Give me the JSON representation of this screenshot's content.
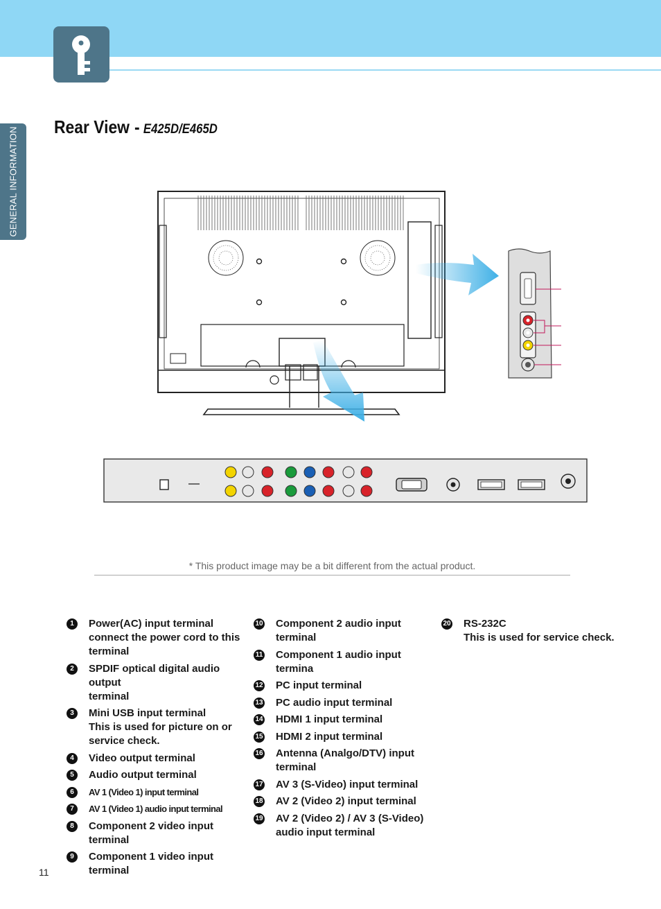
{
  "header": {
    "side_tab": "GENERAL INFORMATION",
    "icon": "key-icon"
  },
  "title": {
    "main": "Rear View",
    "separator": "-",
    "model": "E425D/E465D"
  },
  "colors": {
    "header_bar": "#8fd7f5",
    "tab": "#4e7589",
    "arrow": "#3fb0e6",
    "rca_yellow": "#f3d400",
    "rca_white": "#e8e8e8",
    "rca_red": "#d8232a",
    "rca_green": "#1a9b3c",
    "rca_blue": "#1a5fb4",
    "callout_line": "#c2185b"
  },
  "note": "* This product image may be a bit different from the actual product.",
  "terminals": {
    "col1": [
      {
        "num": "1",
        "label": "Power(AC) input terminal",
        "desc": "connect the power cord to this\nterminal"
      },
      {
        "num": "2",
        "label": "SPDIF optical digital audio output\nterminal"
      },
      {
        "num": "3",
        "label": "Mini USB input  terminal",
        "desc": "This is used  for picture on or\nservice check."
      },
      {
        "num": "4",
        "label": "Video output  terminal"
      },
      {
        "num": "5",
        "label": "Audio output  terminal"
      },
      {
        "num": "6",
        "label": "AV 1 (Video 1)  input terminal",
        "small": true
      },
      {
        "num": "7",
        "label": "AV 1 (Video 1)  audio input terminal",
        "small": true
      },
      {
        "num": "8",
        "label": "Component 2  video input terminal"
      },
      {
        "num": "9",
        "label": "Component 1  video input terminal"
      }
    ],
    "col2": [
      {
        "num": "10",
        "label": "Component 2  audio input terminal"
      },
      {
        "num": "11",
        "label": "Component 1  audio input termina"
      },
      {
        "num": "12",
        "label": "PC input  terminal"
      },
      {
        "num": "13",
        "label": "PC audio input  terminal"
      },
      {
        "num": "14",
        "label": " HDMI 1 input  terminal"
      },
      {
        "num": "15",
        "label": "HDMI 2 input  terminal"
      },
      {
        "num": "16",
        "label": "Antenna  (Analgo/DTV) input\nterminal"
      },
      {
        "num": "17",
        "label": "AV 3 (S-Video)  input terminal"
      },
      {
        "num": "18",
        "label": "AV 2 (Video 2)  input terminal"
      },
      {
        "num": "19",
        "label": "AV 2 (Video 2)  / AV 3 (S-Video)\naudio input terminal"
      }
    ],
    "col3": [
      {
        "num": "20",
        "label": "RS-232C",
        "desc": "This is used  for service check."
      }
    ]
  },
  "page_number": "11"
}
